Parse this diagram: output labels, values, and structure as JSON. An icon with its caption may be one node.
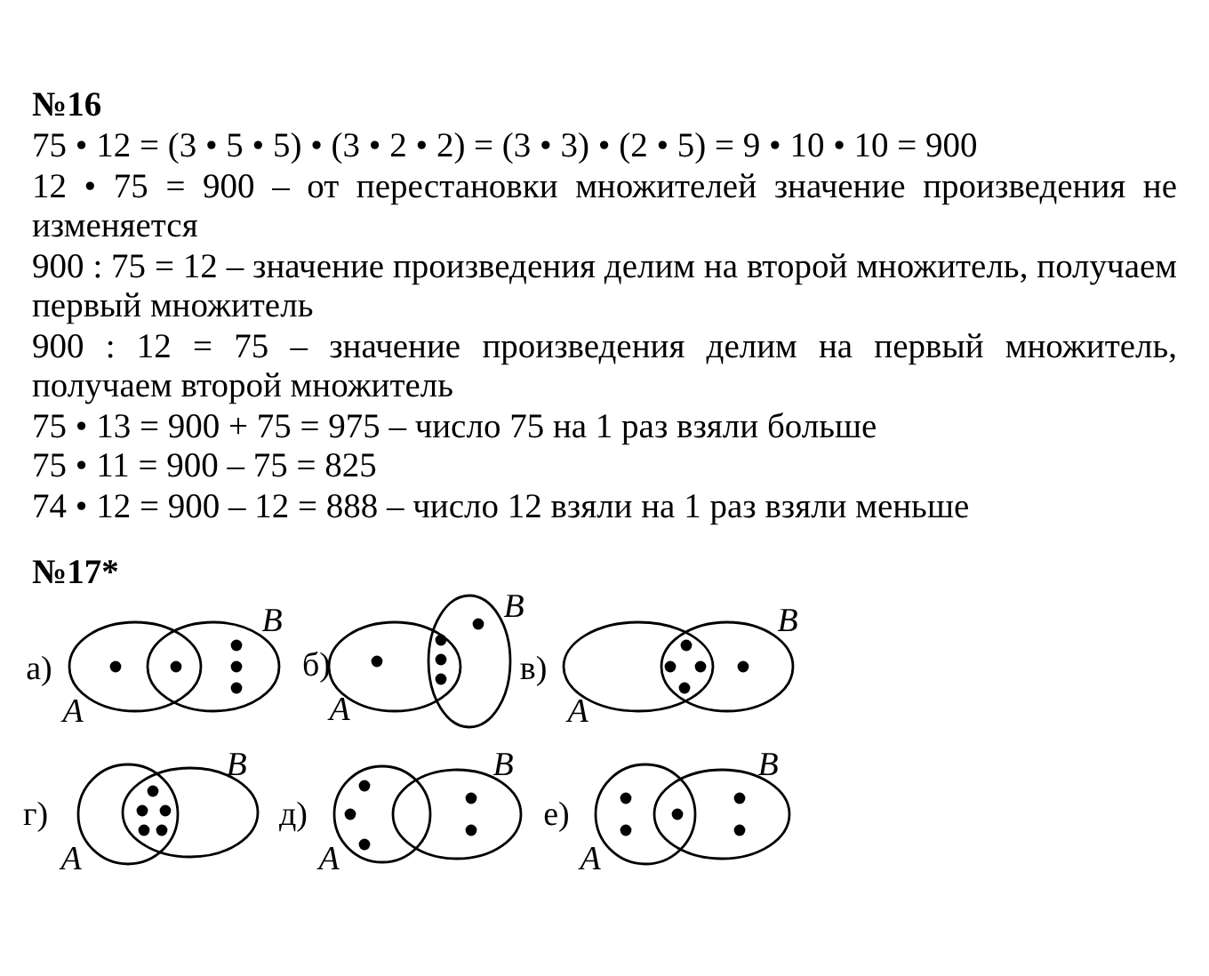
{
  "diagram": {
    "labels": [
      "№16",
      "75 • 12 = (3 • 5 • 5) • (3 • 2 • 2) = (3 • 3) • (2 • 5) = 9 • 10 • 10 = 900",
      "12 • 75 = 900 – от перестановки множителей значение произведения не изменяется",
      "900 : 75 = 12 – значение произведения делим на второй множитель, получаем первый множитель",
      "900 : 12 = 75 – значение произведения делим на первый множитель, получаем второй множитель",
      "75 • 13 = 900 + 75 = 975 – число 75 на 1 раз взяли больше",
      "75 • 11 = 900 – 75 = 825",
      "74 • 12 = 900 – 12 = 888 – число 12 взяли на 1 раз взяли меньше",
      "№17*",
      "а)",
      "B",
      "A",
      "б)",
      "B",
      "A",
      "в)",
      "B",
      "A",
      "г)",
      "B",
      "A",
      "д)",
      "B",
      "A",
      "е)",
      "B",
      "A"
    ]
  }
}
